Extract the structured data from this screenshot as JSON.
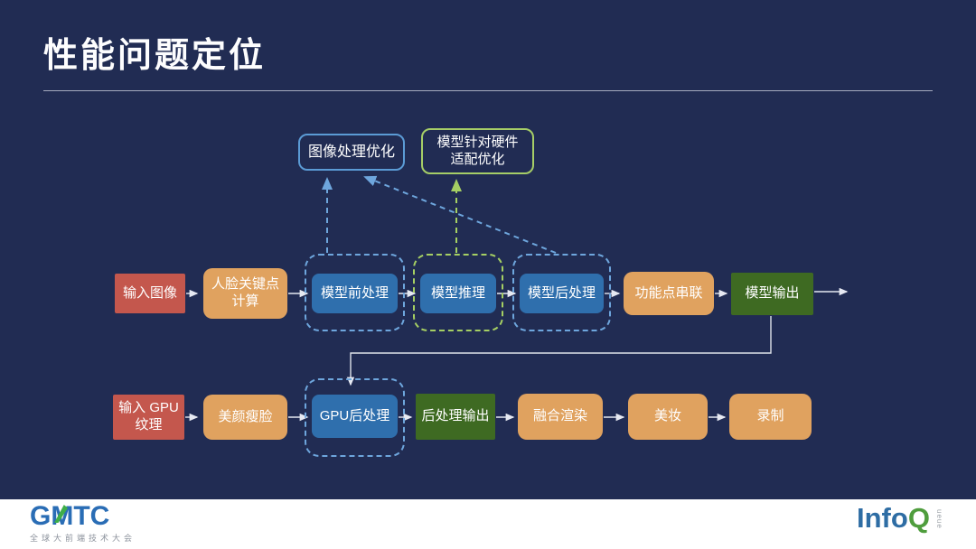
{
  "slide": {
    "title": "性能问题定位"
  },
  "colors": {
    "background": "#212c53",
    "node_red": "#c4574d",
    "node_orange": "#e0a25f",
    "node_blue": "#2f6fad",
    "node_dark_green": "#3e6a22",
    "callout_border_blue": "#5b9bd5",
    "callout_border_green": "#a6ce67",
    "dashed_blue": "#6ea6dd",
    "dashed_green": "#a5cf63",
    "arrow_white": "#e6e9f2",
    "footer_bg": "#ffffff",
    "gmtc_blue": "#2a6db5",
    "gmtc_green": "#3fae49",
    "infoq_blue": "#2e6da4",
    "infoq_green": "#4f9d3d"
  },
  "callouts": {
    "image_opt": {
      "label": "图像处理优化"
    },
    "hw_opt": {
      "label": "模型针对硬件\n适配优化"
    }
  },
  "row1": {
    "input_image": {
      "label": "输入图像"
    },
    "face_keypoints": {
      "label": "人脸关键点\n计算"
    },
    "model_pre": {
      "label": "模型前处理"
    },
    "model_infer": {
      "label": "模型推理"
    },
    "model_post": {
      "label": "模型后处理"
    },
    "feature_chain": {
      "label": "功能点串联"
    },
    "model_output": {
      "label": "模型输出"
    }
  },
  "row2": {
    "input_gpu": {
      "label": "输入 GPU\n纹理"
    },
    "beauty_slim": {
      "label": "美颜瘦脸"
    },
    "gpu_post": {
      "label": "GPU后处理"
    },
    "post_output": {
      "label": "后处理输出"
    },
    "fusion_render": {
      "label": "融合渲染"
    },
    "makeup": {
      "label": "美妆"
    },
    "record": {
      "label": "录制"
    }
  },
  "footer": {
    "gmtc_logo": "GMTC",
    "gmtc_subtitle": "全球大前端技术大会",
    "infoq_info": "Info",
    "infoq_q": "Q",
    "infoq_queue": "ueue"
  }
}
